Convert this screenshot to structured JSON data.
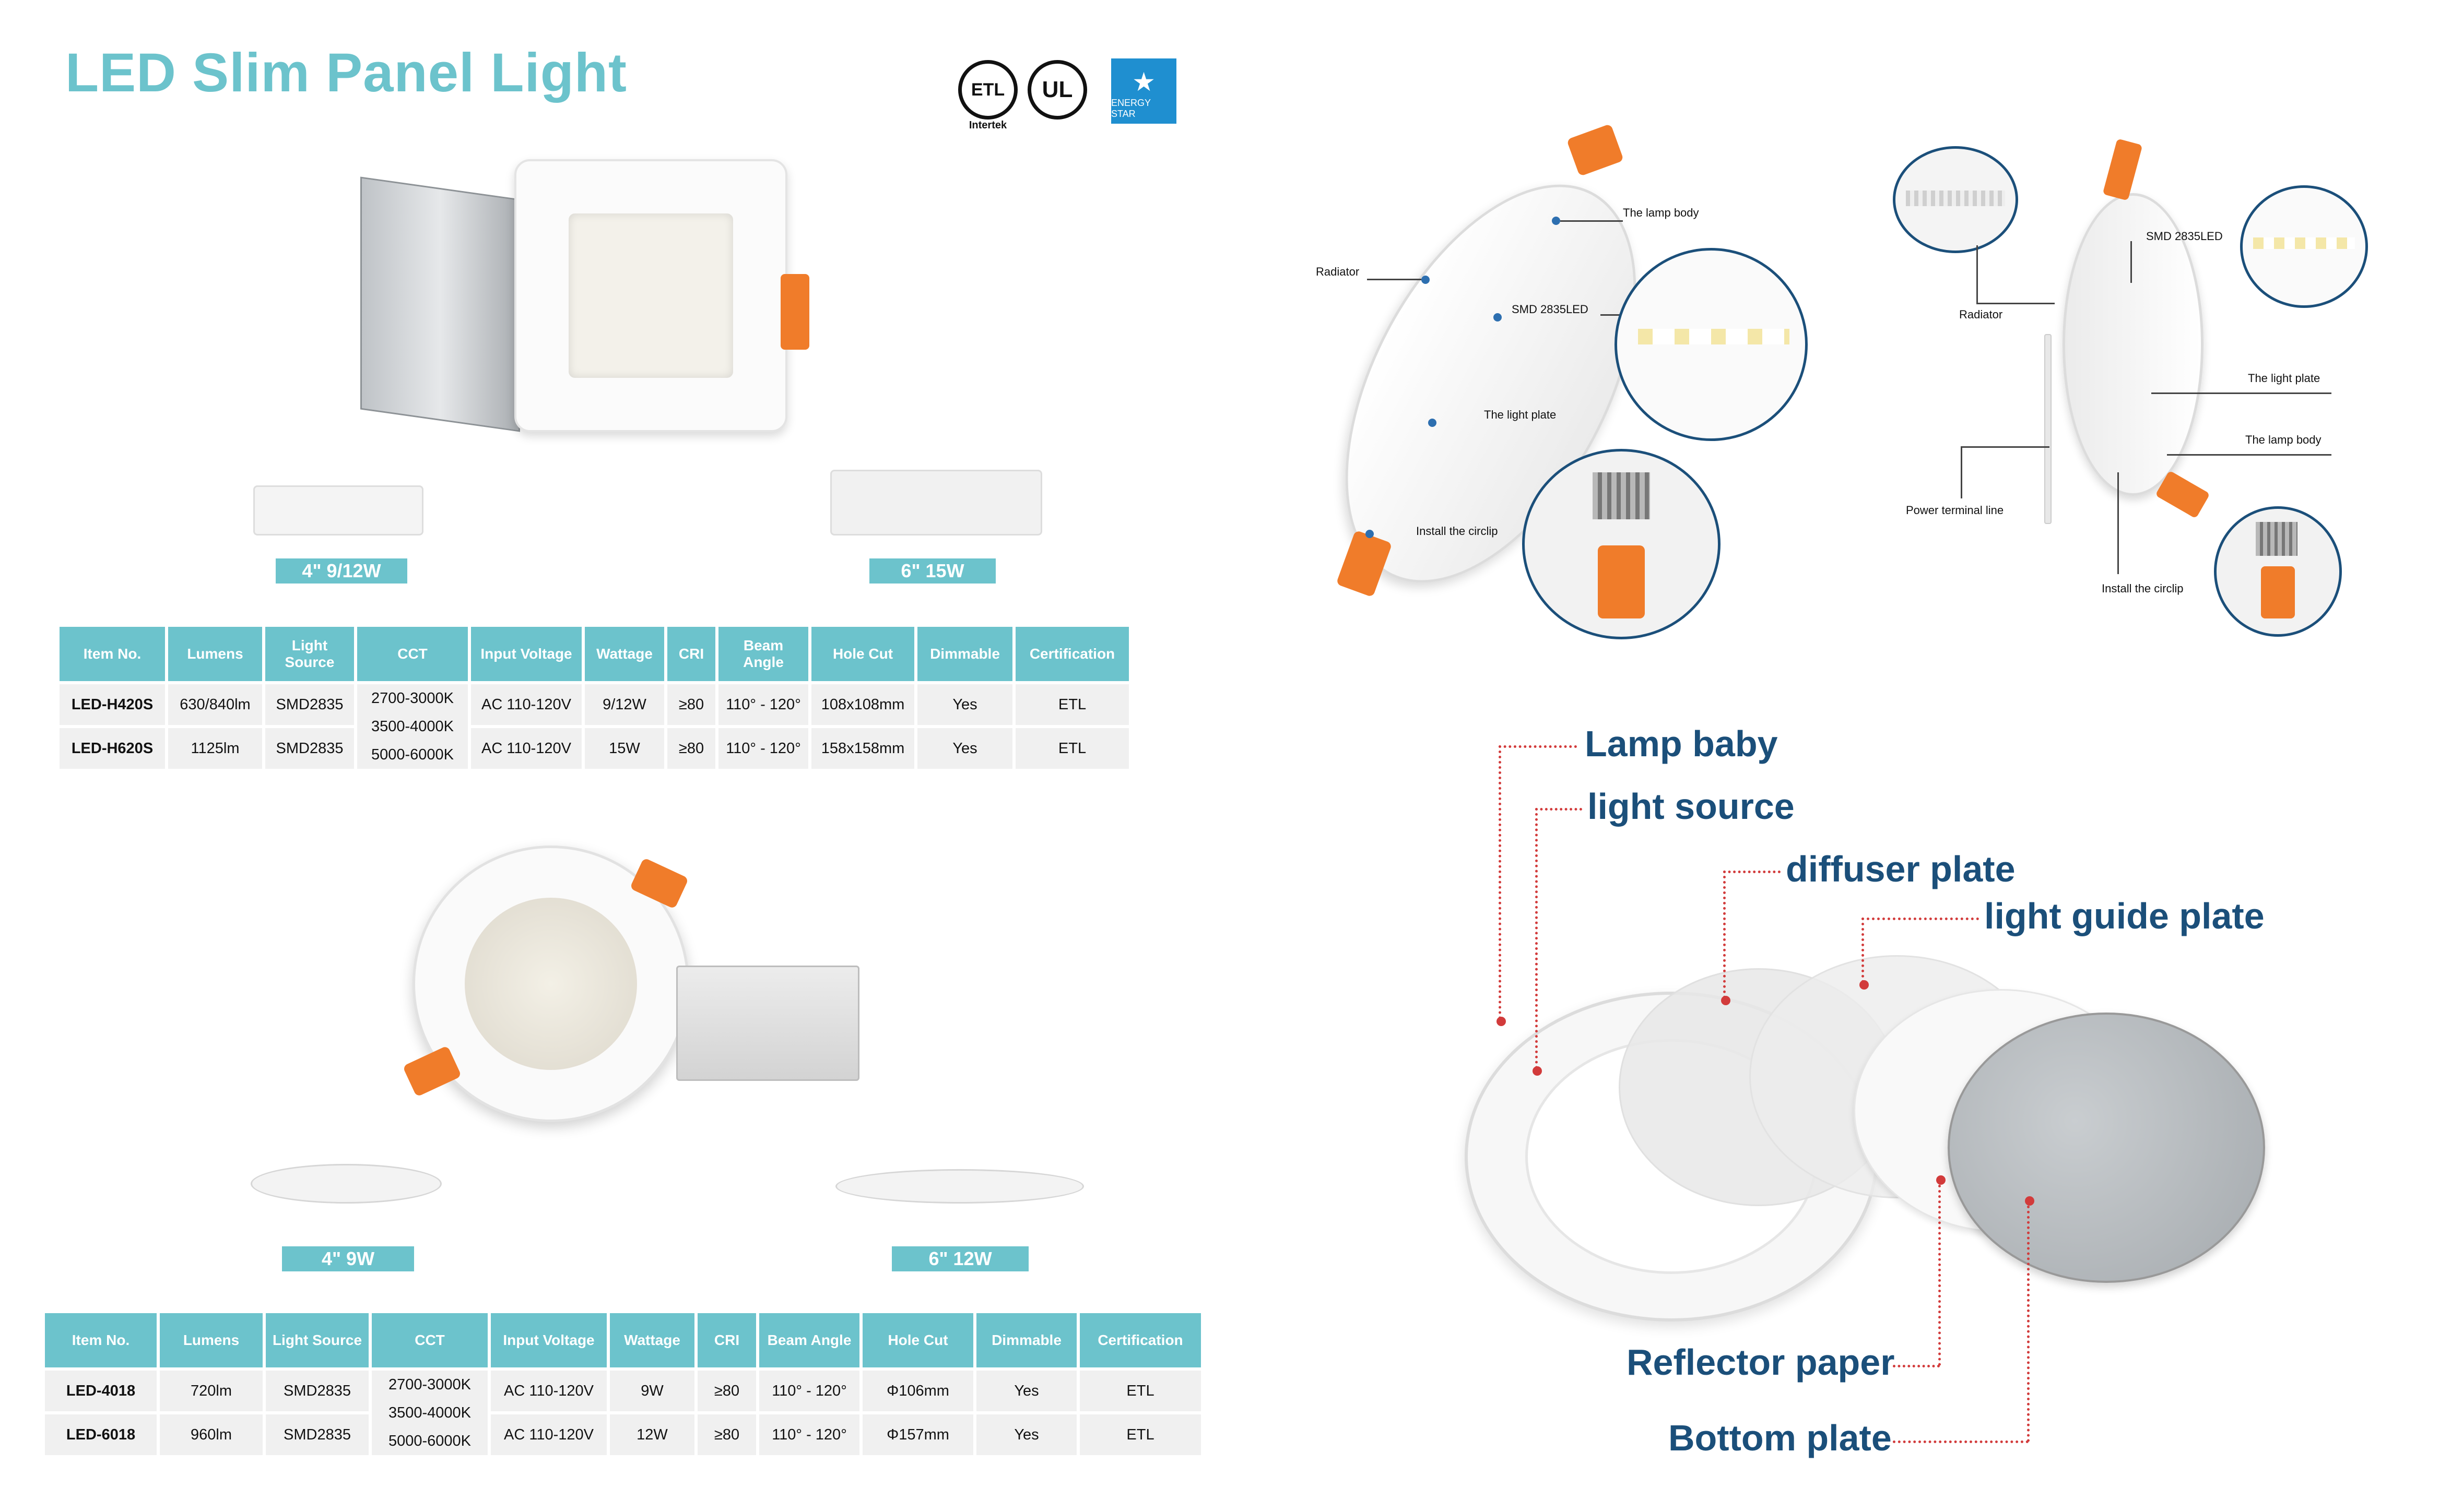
{
  "title": "LED Slim Panel Light",
  "certs": {
    "etl": "ETL",
    "etl_sub": "Intertek",
    "ul": "UL",
    "energy": "ENERGY STAR"
  },
  "square_labels": [
    "4\" 9/12W",
    "6\" 15W"
  ],
  "round_labels": [
    "4\" 9W",
    "6\" 12W"
  ],
  "table_headers": [
    "Item No.",
    "Lumens",
    "Light Source",
    "CCT",
    "Input Voltage",
    "Wattage",
    "CRI",
    "Beam Angle",
    "Hole Cut",
    "Dimmable",
    "Certification"
  ],
  "table1": {
    "rows": [
      [
        "LED-H420S",
        "630/840lm",
        "SMD2835",
        "AC 110-120V",
        "9/12W",
        "≥80",
        "110° - 120°",
        "108x108mm",
        "Yes",
        "ETL"
      ],
      [
        "LED-H620S",
        "1125lm",
        "SMD2835",
        "AC 110-120V",
        "15W",
        "≥80",
        "110° - 120°",
        "158x158mm",
        "Yes",
        "ETL"
      ]
    ],
    "cct": [
      "2700-3000K",
      "3500-4000K",
      "5000-6000K"
    ]
  },
  "table2": {
    "rows": [
      [
        "LED-4018",
        "720lm",
        "SMD2835",
        "AC 110-120V",
        "9W",
        "≥80",
        "110° - 120°",
        "Φ106mm",
        "Yes",
        "ETL"
      ],
      [
        "LED-6018",
        "960lm",
        "SMD2835",
        "AC 110-120V",
        "12W",
        "≥80",
        "110° - 120°",
        "Φ157mm",
        "Yes",
        "ETL"
      ]
    ],
    "cct": [
      "2700-3000K",
      "3500-4000K",
      "5000-6000K"
    ]
  },
  "diagram1": {
    "lamp_body": "The lamp body",
    "radiator": "Radiator",
    "smd": "SMD 2835LED",
    "light_plate": "The light plate",
    "circlip": "Install the circlip"
  },
  "diagram2": {
    "smd": "SMD 2835LED",
    "radiator": "Radiator",
    "light_plate": "The light plate",
    "lamp_body": "The lamp body",
    "power": "Power terminal line",
    "circlip": "Install the circlip"
  },
  "exploded": {
    "lamp_baby": "Lamp baby",
    "light_source": "light source",
    "diffuser": "diffuser plate",
    "guide": "light guide plate",
    "reflector": "Reflector paper",
    "bottom": "Bottom plate"
  },
  "colors": {
    "accent": "#6cc3cc",
    "orange": "#f07c2a",
    "navy": "#1b4f7a",
    "red": "#d23b3b"
  }
}
